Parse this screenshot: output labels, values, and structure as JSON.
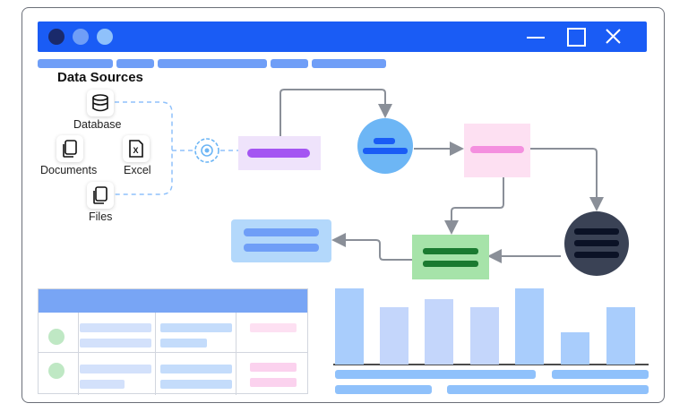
{
  "sources": {
    "title": "Data Sources",
    "database": "Database",
    "documents": "Documents",
    "excel": "Excel",
    "files": "Files"
  },
  "window": {
    "controls": [
      "minimize-icon",
      "maximize-icon",
      "close-icon"
    ],
    "traffic_dots": [
      "#1a2a6b",
      "#6f9ef7",
      "#8fc1fb"
    ]
  },
  "colors": {
    "titlebar": "#1a5cf5",
    "menu": "#6f9ef7",
    "connector": "#8a8f98",
    "dashed": "#8fc1fb",
    "node_purple": "#efe3fb",
    "node_blue_circle": "#6db6f5",
    "node_pink": "#fde0f2",
    "node_dark_circle": "#3a4255",
    "node_green": "#a6e3a9",
    "node_light_blue": "#b3d8fb"
  }
}
